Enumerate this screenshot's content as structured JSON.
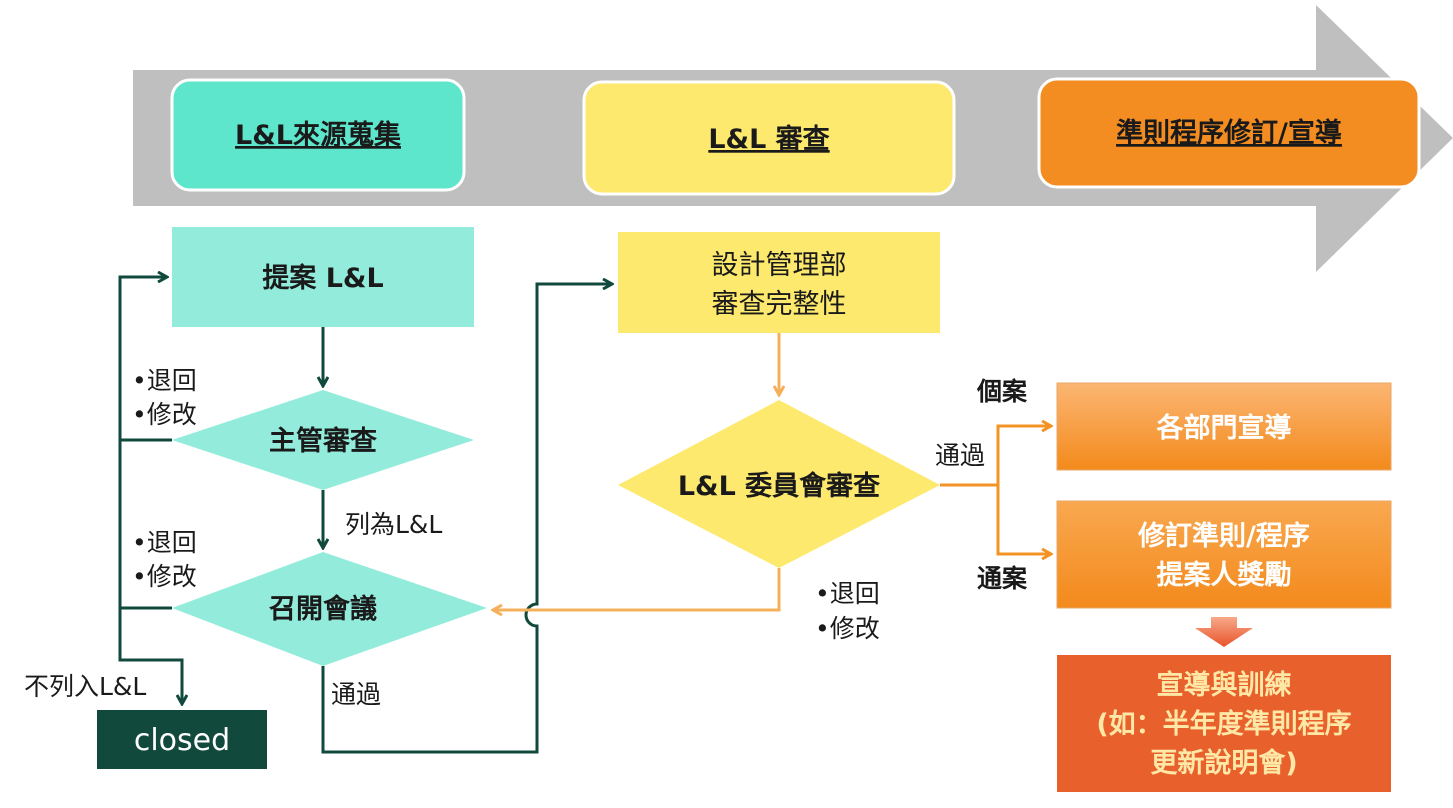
{
  "stages": {
    "collect": "L&L來源蒐集",
    "review": "L&L 審查",
    "revise": "準則程序修訂/宣導"
  },
  "nodes": {
    "propose": "提案 L&L",
    "manager_review": "主管審查",
    "meeting": "召開會議",
    "closed": "closed",
    "design_check_line1": "設計管理部",
    "design_check_line2": "審查完整性",
    "committee_review": "L&L 委員會審查",
    "dept_promote": "各部門宣導",
    "revise_line1": "修訂準則/程序",
    "revise_line2": "提案人獎勵",
    "training_line1": "宣導與訓練",
    "training_line2": "(如：半年度準則程序",
    "training_line3": "更新說明會)"
  },
  "labels": {
    "return1_a": "•退回",
    "return1_b": "•修改",
    "return2_a": "•退回",
    "return2_b": "•修改",
    "listed": "列為L&L",
    "not_listed": "不列入L&L",
    "passed_meeting": "通過",
    "return3_a": "•退回",
    "return3_b": "•修改",
    "individual_case": "個案",
    "passed_committee": "通過",
    "general_case": "通案"
  },
  "colors": {
    "arrow_gray": "#bfbfbf",
    "teal_stage": "#5ee6cc",
    "teal_node": "#93ecdb",
    "yellow": "#fde96d",
    "orange_stage": "#f38d22",
    "orange_node": "#f7941d",
    "red_box": "#e8602c",
    "dark_green": "#114a3c",
    "light_orange_line": "#f5b05c",
    "orange_line": "#f39325"
  }
}
